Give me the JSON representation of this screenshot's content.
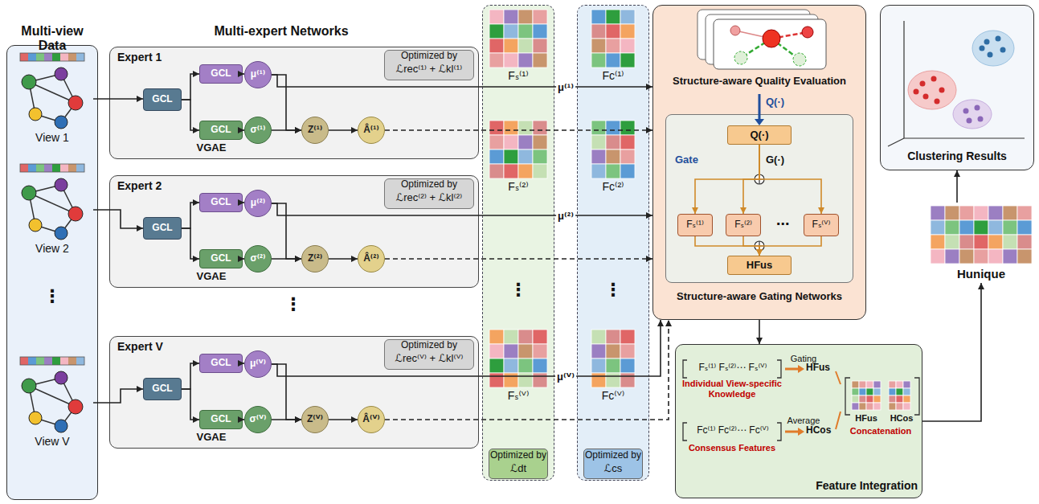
{
  "diagram": {
    "nodes": [
      {
        "text": [
          "Multi-view Data"
        ]
      },
      {
        "text": [
          "View 1"
        ],
        "in": 0
      },
      {
        "text": [
          "View 2"
        ],
        "in": 0
      },
      {
        "text": [
          "View V"
        ],
        "in": 0
      },
      {
        "text": [
          "Expert 1",
          "VGAE"
        ]
      },
      {
        "text": [
          "Optimized by",
          "ℒrec⁽¹⁾ + ℒkl⁽¹⁾"
        ],
        "in": 4
      },
      {
        "text": [
          "GCL"
        ],
        "in": 4
      },
      {
        "text": [
          "GCL"
        ],
        "in": 4
      },
      {
        "text": [
          "GCL"
        ],
        "in": 4
      },
      {
        "text": [
          "μ⁽¹⁾"
        ],
        "in": 4
      },
      {
        "text": [
          "σ⁽¹⁾"
        ],
        "in": 4
      },
      {
        "text": [
          "Z⁽¹⁾"
        ],
        "in": 4
      },
      {
        "text": [
          "Â⁽¹⁾"
        ],
        "in": 4
      },
      {
        "text": [
          "Expert 2",
          "VGAE"
        ]
      },
      {
        "text": [
          "Optimized by",
          "ℒrec⁽²⁾ + ℒkl⁽²⁾"
        ],
        "in": 13
      },
      {
        "text": [
          "GCL"
        ],
        "in": 13
      },
      {
        "text": [
          "GCL"
        ],
        "in": 13
      },
      {
        "text": [
          "GCL"
        ],
        "in": 13
      },
      {
        "text": [
          "μ⁽²⁾"
        ],
        "in": 13
      },
      {
        "text": [
          "σ⁽²⁾"
        ],
        "in": 13
      },
      {
        "text": [
          "Z⁽²⁾"
        ],
        "in": 13
      },
      {
        "text": [
          "Â⁽²⁾"
        ],
        "in": 13
      },
      {
        "text": [
          "Expert V",
          "VGAE"
        ]
      },
      {
        "text": [
          "Optimized by",
          "ℒrec⁽ⱽ⁾ + ℒkl⁽ⱽ⁾"
        ],
        "in": 22
      },
      {
        "text": [
          "GCL"
        ],
        "in": 22
      },
      {
        "text": [
          "GCL"
        ],
        "in": 22
      },
      {
        "text": [
          "GCL"
        ],
        "in": 22
      },
      {
        "text": [
          "μ⁽ⱽ⁾"
        ],
        "in": 22
      },
      {
        "text": [
          "σ⁽ⱽ⁾"
        ],
        "in": 22
      },
      {
        "text": [
          "Z⁽ⱽ⁾"
        ],
        "in": 22
      },
      {
        "text": [
          "Â⁽ⱽ⁾"
        ],
        "in": 22
      },
      {
        "text": [
          "Fₛ⁽¹⁾",
          "Fₛ⁽²⁾",
          "Fₛ⁽ⱽ⁾"
        ]
      },
      {
        "text": [
          "Optimized by",
          "ℒdt"
        ],
        "in": 31
      },
      {
        "text": [
          "Fc⁽¹⁾",
          "Fc⁽²⁾",
          "Fc⁽ⱽ⁾"
        ]
      },
      {
        "text": [
          "Optimized by",
          "ℒcs"
        ],
        "in": 33
      },
      {
        "text": [
          "Structure-aware Quality Evaluation",
          "Structure-aware Gating Networks"
        ]
      },
      {
        "text": [
          "Gate",
          "G(·)"
        ],
        "in": 35
      },
      {
        "text": [
          "Q(·)"
        ],
        "in": 36
      },
      {
        "text": [
          "Fₛ⁽¹⁾"
        ],
        "in": 36
      },
      {
        "text": [
          "Fₛ⁽²⁾"
        ],
        "in": 36
      },
      {
        "text": [
          "Fₛ⁽ⱽ⁾"
        ],
        "in": 36
      },
      {
        "text": [
          "HFus"
        ],
        "in": 36
      },
      {
        "text": [
          "Feature Integration"
        ]
      },
      {
        "text": [
          "Hunique"
        ]
      },
      {
        "text": [
          "Clustering Results"
        ]
      }
    ],
    "edges": [
      {
        "from": 1,
        "to": 6,
        "arrow": "to"
      },
      {
        "from": 6,
        "to": 7,
        "arrow": "to"
      },
      {
        "from": 6,
        "to": 8,
        "arrow": "to"
      },
      {
        "from": 7,
        "to": 9,
        "arrow": "to"
      },
      {
        "from": 8,
        "to": 10,
        "arrow": "to"
      },
      {
        "from": 9,
        "to": 11,
        "arrow": "to"
      },
      {
        "from": 10,
        "to": 11,
        "arrow": "to"
      },
      {
        "from": 11,
        "to": 12,
        "arrow": "to"
      },
      {
        "from": 9,
        "to": 35,
        "label": "μ⁽¹⁾",
        "arrow": "to"
      },
      {
        "from": 12,
        "to": 35,
        "arrow": "to"
      },
      {
        "from": 2,
        "to": 15,
        "arrow": "to"
      },
      {
        "from": 15,
        "to": 16,
        "arrow": "to"
      },
      {
        "from": 15,
        "to": 17,
        "arrow": "to"
      },
      {
        "from": 16,
        "to": 18,
        "arrow": "to"
      },
      {
        "from": 17,
        "to": 19,
        "arrow": "to"
      },
      {
        "from": 18,
        "to": 20,
        "arrow": "to"
      },
      {
        "from": 19,
        "to": 20,
        "arrow": "to"
      },
      {
        "from": 20,
        "to": 21,
        "arrow": "to"
      },
      {
        "from": 18,
        "to": 35,
        "label": "μ⁽²⁾",
        "arrow": "to"
      },
      {
        "from": 21,
        "to": 35,
        "arrow": "to"
      },
      {
        "from": 3,
        "to": 24,
        "arrow": "to"
      },
      {
        "from": 24,
        "to": 25,
        "arrow": "to"
      },
      {
        "from": 24,
        "to": 26,
        "arrow": "to"
      },
      {
        "from": 25,
        "to": 27,
        "arrow": "to"
      },
      {
        "from": 26,
        "to": 28,
        "arrow": "to"
      },
      {
        "from": 27,
        "to": 29,
        "arrow": "to"
      },
      {
        "from": 28,
        "to": 29,
        "arrow": "to"
      },
      {
        "from": 29,
        "to": 30,
        "arrow": "to"
      },
      {
        "from": 27,
        "to": 35,
        "label": "μ⁽ⱽ⁾",
        "arrow": "to"
      },
      {
        "from": 30,
        "to": 35,
        "arrow": "to"
      },
      {
        "from": 37,
        "to": 38,
        "arrow": "to"
      },
      {
        "from": 37,
        "to": 39,
        "arrow": "to"
      },
      {
        "from": 37,
        "to": 40,
        "arrow": "to"
      },
      {
        "from": 38,
        "to": 41,
        "arrow": "to"
      },
      {
        "from": 39,
        "to": 41,
        "arrow": "to"
      },
      {
        "from": 40,
        "to": 41,
        "arrow": "to"
      },
      {
        "from": 35,
        "to": 42,
        "arrow": "to"
      },
      {
        "from": 42,
        "to": 43,
        "arrow": "to"
      },
      {
        "from": 43,
        "to": 44,
        "arrow": "to"
      }
    ],
    "labels": [
      "Multi-expert Networks",
      "⋮",
      "⋮",
      "⋮",
      "⋮",
      "Q(·)",
      "⋯",
      "Fₛ⁽¹⁾ Fₛ⁽²⁾⋯ Fₛ⁽ⱽ⁾",
      "Gating",
      "HFus",
      "Individual View-specific Knowledge",
      "Fc⁽¹⁾ Fc⁽²⁾⋯ Fc⁽ⱽ⁾",
      "Average",
      "HCos",
      "Consensus Features",
      "HFus",
      "HCos",
      "Concatenation"
    ]
  }
}
